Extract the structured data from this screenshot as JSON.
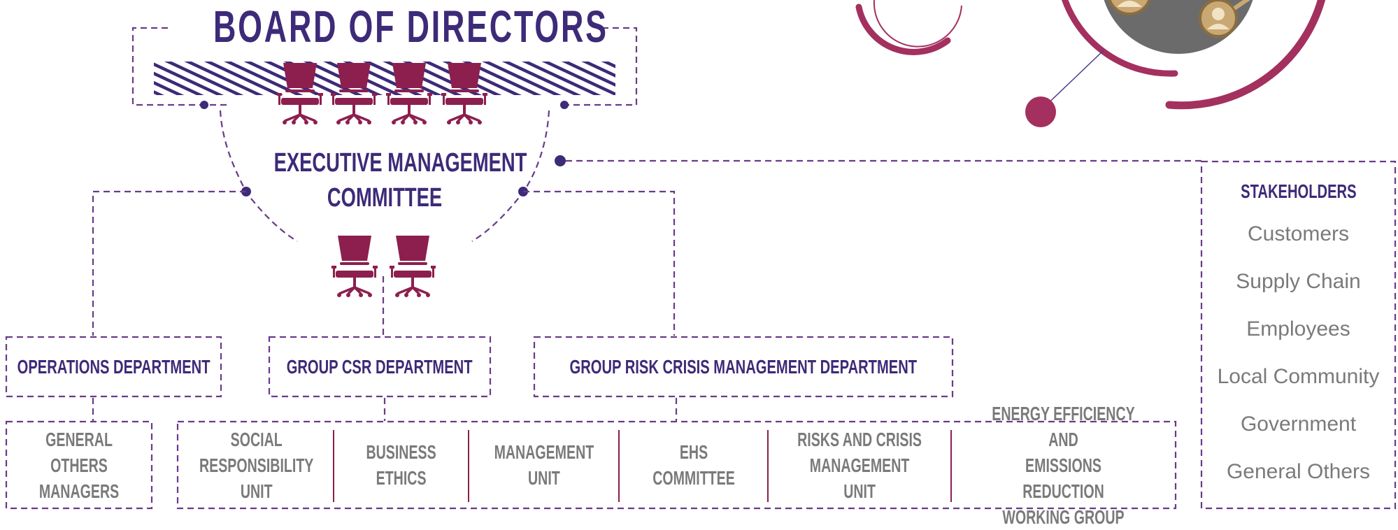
{
  "title": "BOARD OF DIRECTORS",
  "executive": {
    "line1": "EXECUTIVE MANAGEMENT",
    "line2": "COMMITTEE"
  },
  "departments": {
    "operations": "OPERATIONS DEPARTMENT",
    "csr": "GROUP CSR DEPARTMENT",
    "risk": "GROUP RISK CRISIS MANAGEMENT DEPARTMENT"
  },
  "general_managers": "GENERAL OTHERS\nMANAGERS",
  "units": [
    "SOCIAL\nRESPONSIBILITY\nUNIT",
    "BUSINESS\nETHICS",
    "MANAGEMENT\nUNIT",
    "EHS\nCOMMITTEE",
    "RISKS AND CRISIS\nMANAGEMENT\nUNIT",
    "ENERGY EFFICIENCY AND\nEMISSIONS REDUCTION\nWORKING GROUP"
  ],
  "stakeholders": {
    "title": "STAKEHOLDERS",
    "items": [
      "Customers",
      "Supply Chain",
      "Employees",
      "Local Community",
      "Government",
      "General Others"
    ]
  },
  "colors": {
    "purple": "#3d2a78",
    "maroon": "#8c1f4e",
    "magenta": "#a3305f",
    "gray_text": "#7a7a7a",
    "dash_border": "#6a3a8a"
  },
  "icons": {
    "chair": "office-chair-icon",
    "person": "person-icon"
  }
}
